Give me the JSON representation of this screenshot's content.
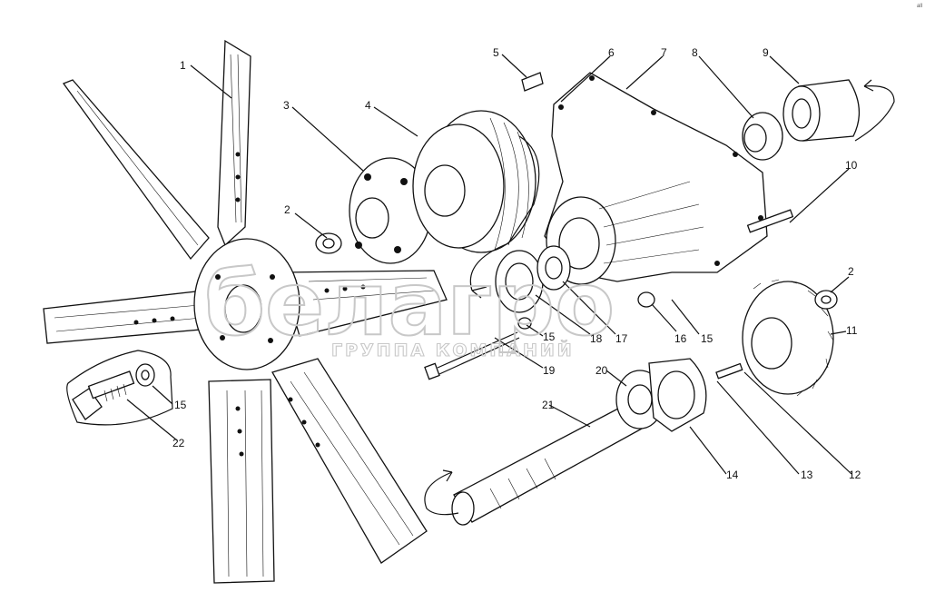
{
  "callouts": [
    {
      "id": "c1",
      "label": "1"
    },
    {
      "id": "c2a",
      "label": "2"
    },
    {
      "id": "c3",
      "label": "3"
    },
    {
      "id": "c4",
      "label": "4"
    },
    {
      "id": "c5",
      "label": "5"
    },
    {
      "id": "c6",
      "label": "6"
    },
    {
      "id": "c7",
      "label": "7"
    },
    {
      "id": "c8",
      "label": "8"
    },
    {
      "id": "c9",
      "label": "9"
    },
    {
      "id": "c10",
      "label": "10"
    },
    {
      "id": "c2b",
      "label": "2"
    },
    {
      "id": "c11",
      "label": "11"
    },
    {
      "id": "c15a",
      "label": "15"
    },
    {
      "id": "c16",
      "label": "16"
    },
    {
      "id": "c17",
      "label": "17"
    },
    {
      "id": "c18",
      "label": "18"
    },
    {
      "id": "c15b",
      "label": "15"
    },
    {
      "id": "c19",
      "label": "19"
    },
    {
      "id": "c20",
      "label": "20"
    },
    {
      "id": "c21",
      "label": "21"
    },
    {
      "id": "c14",
      "label": "14"
    },
    {
      "id": "c13",
      "label": "13"
    },
    {
      "id": "c12",
      "label": "12"
    },
    {
      "id": "c15c",
      "label": "15"
    },
    {
      "id": "c22",
      "label": "22"
    }
  ],
  "watermark": {
    "main": "белагро",
    "sub": "ГРУППА КОМПАНИЙ"
  },
  "corner_mark": "all"
}
